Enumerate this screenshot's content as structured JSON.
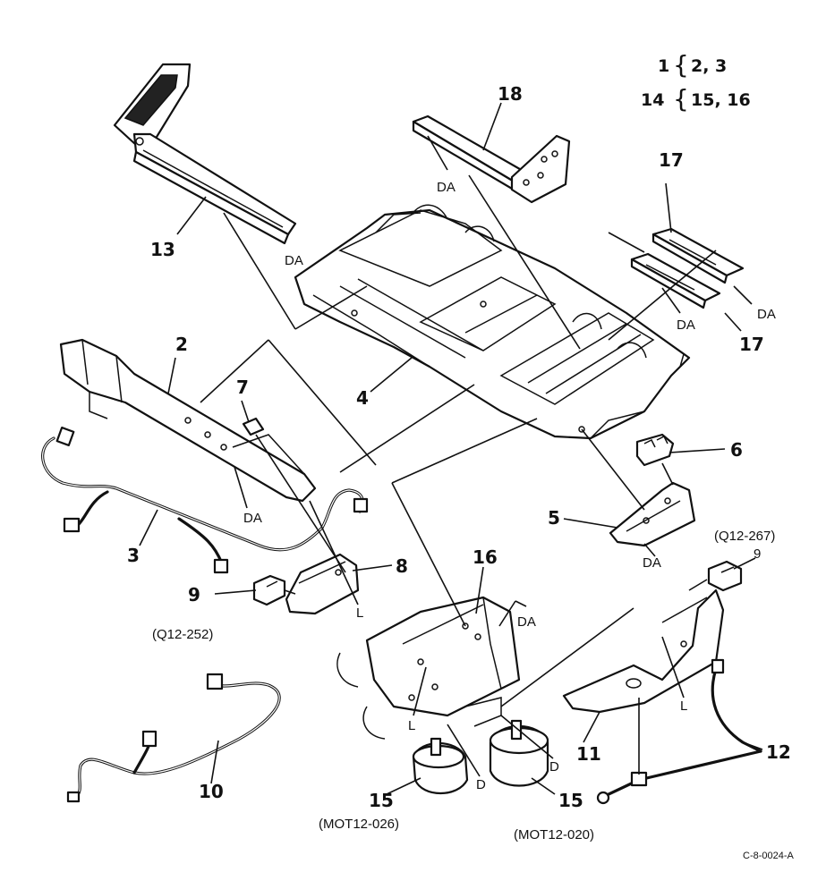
{
  "legend": {
    "row1": {
      "parent": "1",
      "children": "2, 3"
    },
    "row2": {
      "parent": "14",
      "children": "15, 16"
    }
  },
  "callouts": {
    "p2": "2",
    "p3": "3",
    "p4": "4",
    "p5": "5",
    "p6": "6",
    "p7": "7",
    "p8": "8",
    "p9a": "9",
    "p9b": "9",
    "p10": "10",
    "p11": "11",
    "p12": "12",
    "p13": "13",
    "p15a": "15",
    "p15b": "15",
    "p16": "16",
    "p17a": "17",
    "p17b": "17",
    "p18": "18"
  },
  "tags": {
    "da": "DA",
    "l": "L",
    "d": "D"
  },
  "part_refs": {
    "q12_267": "(Q12-267)",
    "q12_252": "(Q12-252)",
    "mot12_026": "(MOT12-026)",
    "mot12_020": "(MOT12-020)"
  },
  "drawing_code": "C-8-0024-A"
}
